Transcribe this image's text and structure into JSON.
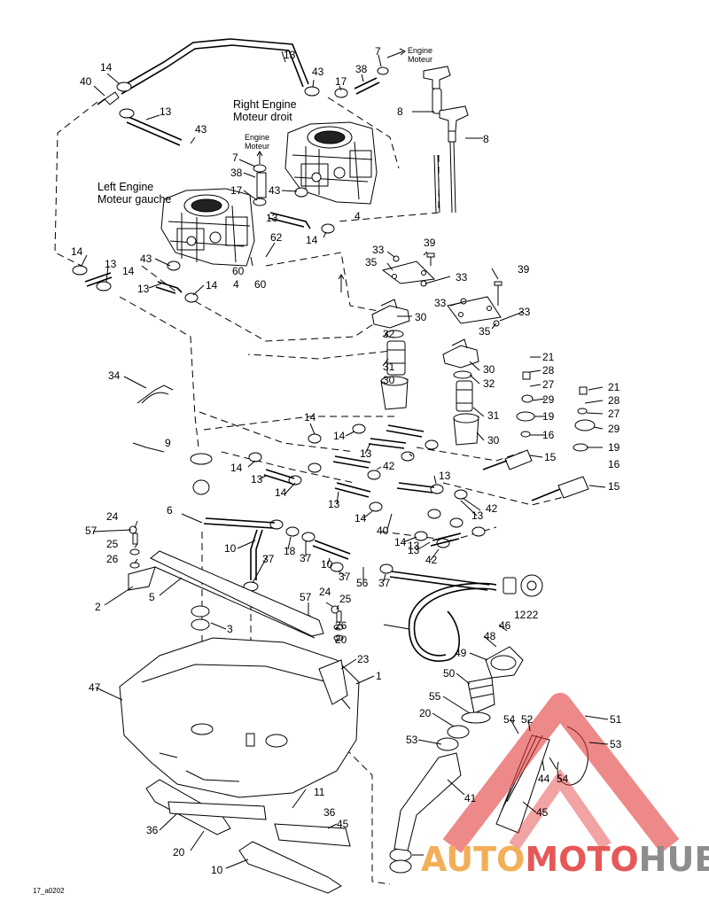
{
  "headings": {
    "right_engine": [
      "Right Engine",
      "Moteur droit"
    ],
    "left_engine": [
      "Left Engine",
      "Moteur gauche"
    ],
    "engine_top": [
      "Engine",
      "Moteur"
    ],
    "engine_mid": [
      "Engine",
      "Moteur"
    ]
  },
  "drawing_code": "17_a0202",
  "watermark": {
    "part1": "AUTO",
    "part2": "MOTO",
    "part3": "HUB",
    "color_orange": "#f0a23a",
    "color_red": "#e23b3b",
    "color_gray": "#7a7a7a"
  },
  "callouts": [
    "13",
    "7",
    "43",
    "38",
    "14",
    "40",
    "17",
    "13",
    "43",
    "8",
    "8",
    "7",
    "38",
    "17",
    "43",
    "13",
    "4",
    "14",
    "14",
    "13",
    "14",
    "43",
    "13",
    "14",
    "60",
    "4",
    "60",
    "62",
    "33",
    "39",
    "35",
    "33",
    "33",
    "39",
    "33",
    "35",
    "30",
    "32",
    "31",
    "30",
    "30",
    "32",
    "34",
    "21",
    "28",
    "27",
    "29",
    "19",
    "16",
    "21",
    "28",
    "27",
    "29",
    "19",
    "16",
    "15",
    "15",
    "14",
    "14",
    "13",
    "42",
    "31",
    "30",
    "9",
    "14",
    "14",
    "13",
    "13",
    "13",
    "13",
    "14",
    "42",
    "13",
    "40",
    "14",
    "13",
    "42",
    "6",
    "24",
    "57",
    "25",
    "26",
    "2",
    "5",
    "10",
    "18",
    "37",
    "10",
    "37",
    "56",
    "37",
    "37",
    "12",
    "22",
    "57",
    "24",
    "25",
    "26",
    "20",
    "3",
    "23",
    "1",
    "47",
    "46",
    "48",
    "49",
    "50",
    "55",
    "20",
    "53",
    "54",
    "52",
    "51",
    "53",
    "54",
    "44",
    "41",
    "45",
    "11",
    "45",
    "36",
    "36",
    "20",
    "10"
  ]
}
